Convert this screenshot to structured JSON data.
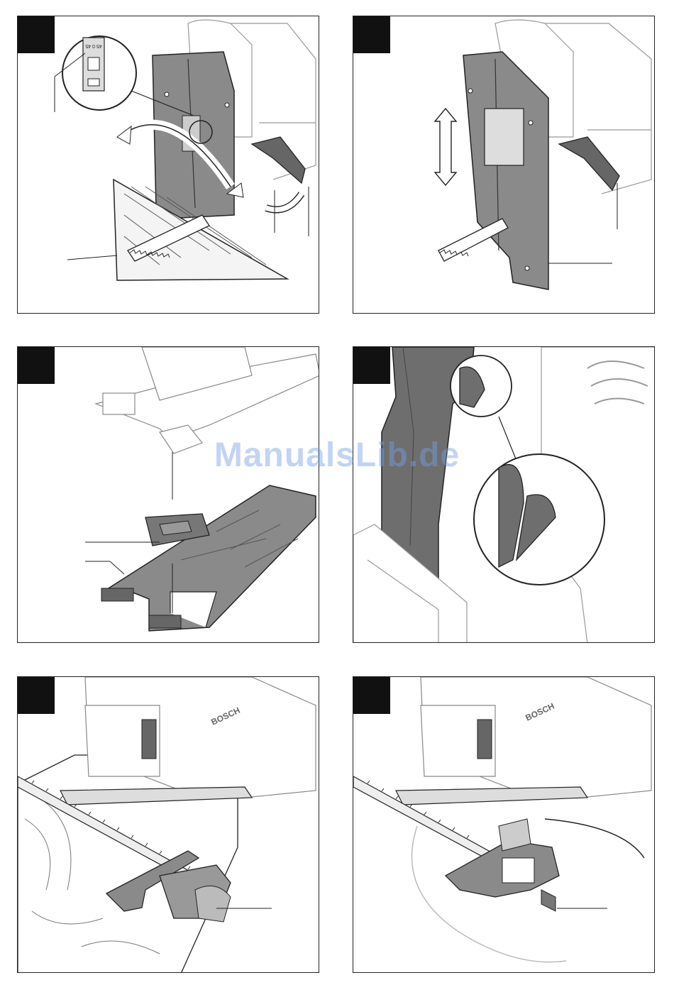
{
  "scale_labels": {
    "bevel_scale": "45 0 45"
  },
  "brand_labels": {
    "tool_brand_left": "BOSCH",
    "tool_brand_right": "BOSCH"
  },
  "watermark": {
    "text": "ManualsLib.de"
  },
  "colors": {
    "line": "#222222",
    "tool_grey": "#8a8a8a",
    "dark_grey": "#555555",
    "panel_tag": "#111111",
    "watermark": "#78a0e6"
  }
}
